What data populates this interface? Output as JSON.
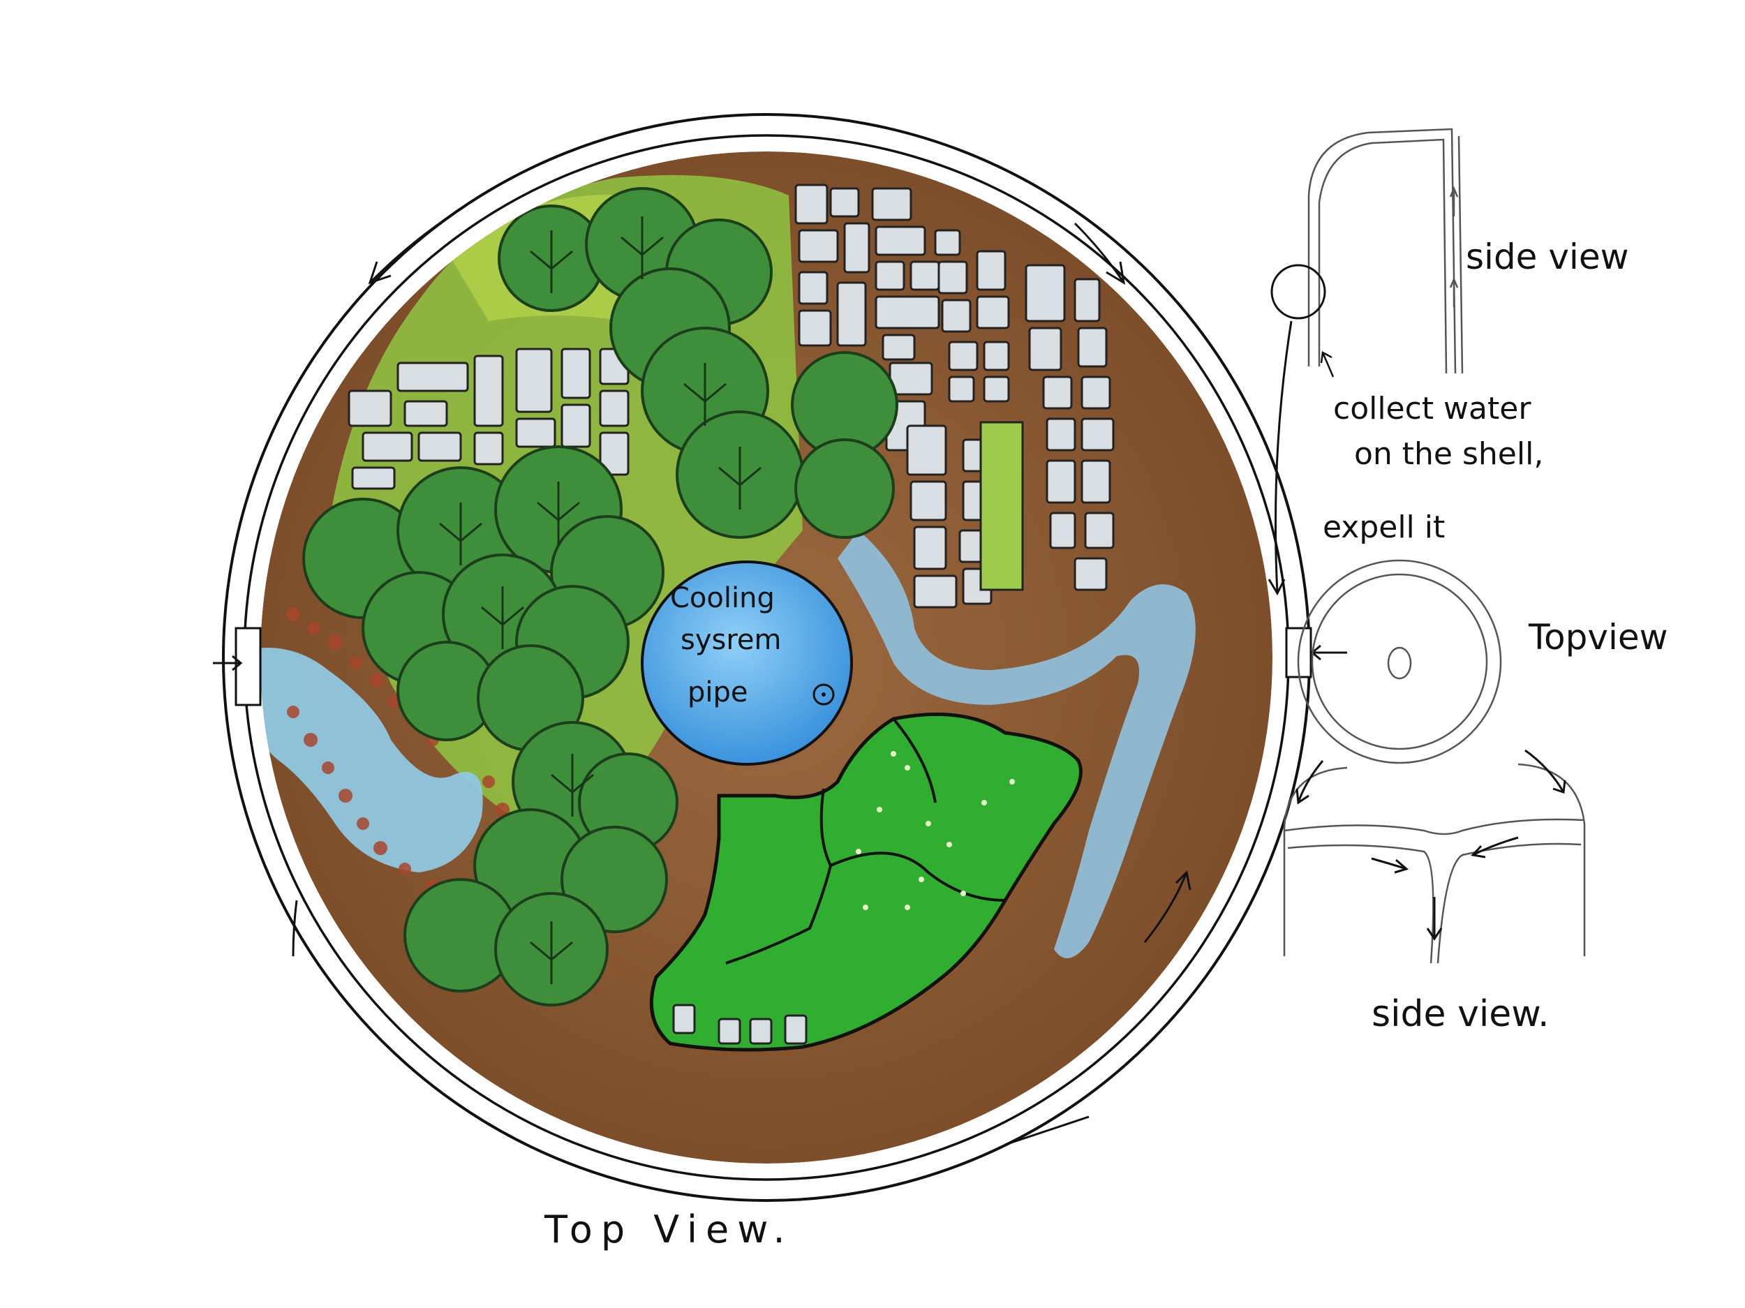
{
  "labels": {
    "pond": "Cooling\nsysrem\npipe",
    "side_view_top": "side view",
    "collect_water": "collect water\non the shell,\nexpell it",
    "topview": "Topview",
    "side_view_bottom": "side view.",
    "top_view": "Top View."
  },
  "colors": {
    "soil": "#8a5a32",
    "grass": "#8dc63f",
    "tree": "#3f8f3a",
    "tree_dark": "#1f5d25",
    "water": "#8fc2dd",
    "pond": "#52a8e8",
    "field": "#2fae2f",
    "building": "#d7dde1",
    "ink": "#111111",
    "pencil": "#555555"
  },
  "icons": [
    "tree-cluster-icon",
    "building-block-icon",
    "arrow-icon",
    "pipe-circle-icon"
  ]
}
